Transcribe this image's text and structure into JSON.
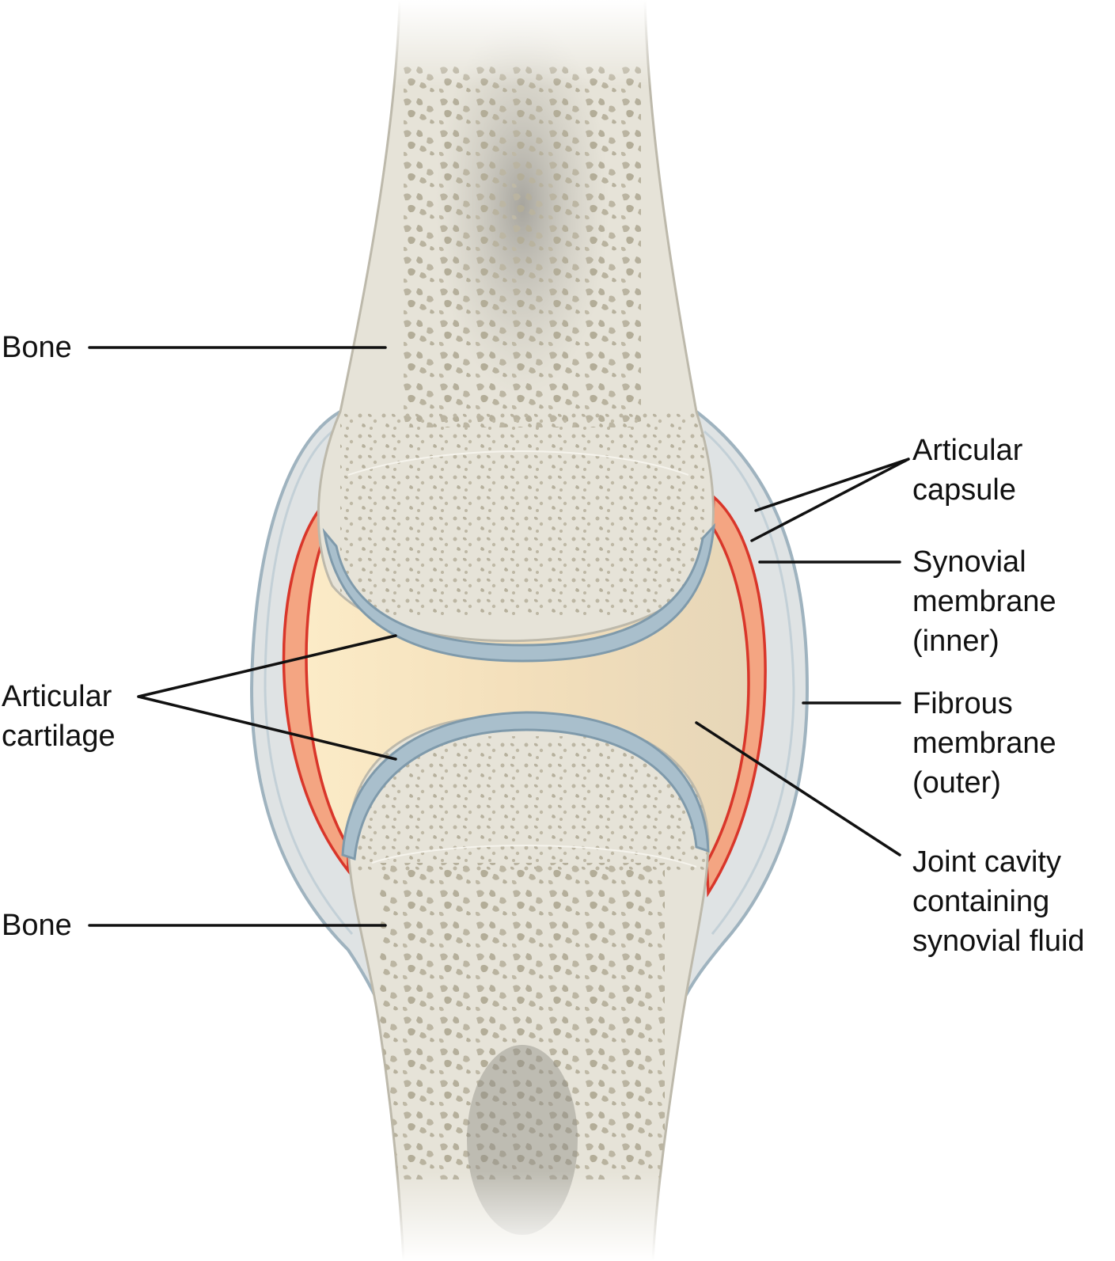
{
  "figure": {
    "subject": "Synovial joint cross-section",
    "colors": {
      "bone": "#e6e3d8",
      "bone_edge": "#bdb9ab",
      "spongy_pore": "#b8b2a0",
      "marrow": "#a8a49a",
      "cartilage": "#a9bfcc",
      "cartilage_edge": "#7f9aab",
      "synovial_membrane": "#f4a582",
      "synovial_membrane_edge": "#d9362a",
      "joint_cavity_left": "#fbe7c0",
      "joint_cavity_right": "#e8d9bb",
      "fibrous_membrane": "#d9dfe2",
      "fibrous_membrane_edge": "#9fb3bf",
      "leader_line": "#111111"
    }
  },
  "labels": {
    "bone_upper": [
      "Bone"
    ],
    "articular_cartilage": [
      "Articular",
      "cartilage"
    ],
    "bone_lower": [
      "Bone"
    ],
    "articular_capsule": [
      "Articular",
      "capsule"
    ],
    "synovial_membrane": [
      "Synovial",
      "membrane",
      "(inner)"
    ],
    "fibrous_membrane": [
      "Fibrous",
      "membrane",
      "(outer)"
    ],
    "joint_cavity": [
      "Joint cavity",
      "containing",
      "synovial fluid"
    ]
  }
}
